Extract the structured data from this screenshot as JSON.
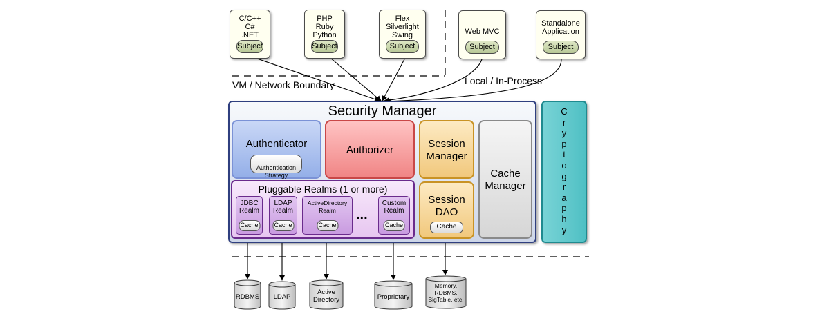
{
  "clients": [
    {
      "label": "C/C++\nC#\n.NET",
      "subject": "Subject"
    },
    {
      "label": "PHP\nRuby\nPython",
      "subject": "Subject"
    },
    {
      "label": "Flex\nSilverlight\nSwing",
      "subject": "Subject"
    },
    {
      "label": "Web MVC",
      "subject": "Subject"
    },
    {
      "label": "Standalone\nApplication",
      "subject": "Subject"
    }
  ],
  "boundaries": {
    "vm_network": "VM / Network Boundary",
    "local": "Local / In-Process"
  },
  "security_manager": {
    "title": "Security Manager",
    "authenticator": {
      "label": "Authenticator",
      "strategy": "Authentication\nStrategy"
    },
    "authorizer": "Authorizer",
    "session_manager": "Session\nManager",
    "cache_manager": "Cache\nManager",
    "realms": {
      "title": "Pluggable Realms (1 or more)",
      "items": [
        {
          "label": "JDBC\nRealm",
          "cache": "Cache"
        },
        {
          "label": "LDAP\nRealm",
          "cache": "Cache"
        },
        {
          "label": "ActiveDirectory\nRealm",
          "cache": "Cache"
        },
        {
          "label": "Custom\nRealm",
          "cache": "Cache"
        }
      ],
      "ellipsis": "..."
    },
    "session_dao": {
      "label": "Session\nDAO",
      "cache": "Cache"
    }
  },
  "cryptography": "Cryptography",
  "datastores": [
    "RDBMS",
    "LDAP",
    "Active\nDirectory",
    "Proprietary",
    "Memory,\nRDBMS,\nBigTable, etc."
  ],
  "colors": {
    "security_manager_border": "#2f3f7f",
    "authenticator": "#94afe8",
    "authorizer": "#f08585",
    "session": "#f1c87c",
    "cache_manager": "#d6d6d6",
    "realms": "#c99be0",
    "cryptography": "#4fc0c4",
    "subject": "#b7c796"
  }
}
